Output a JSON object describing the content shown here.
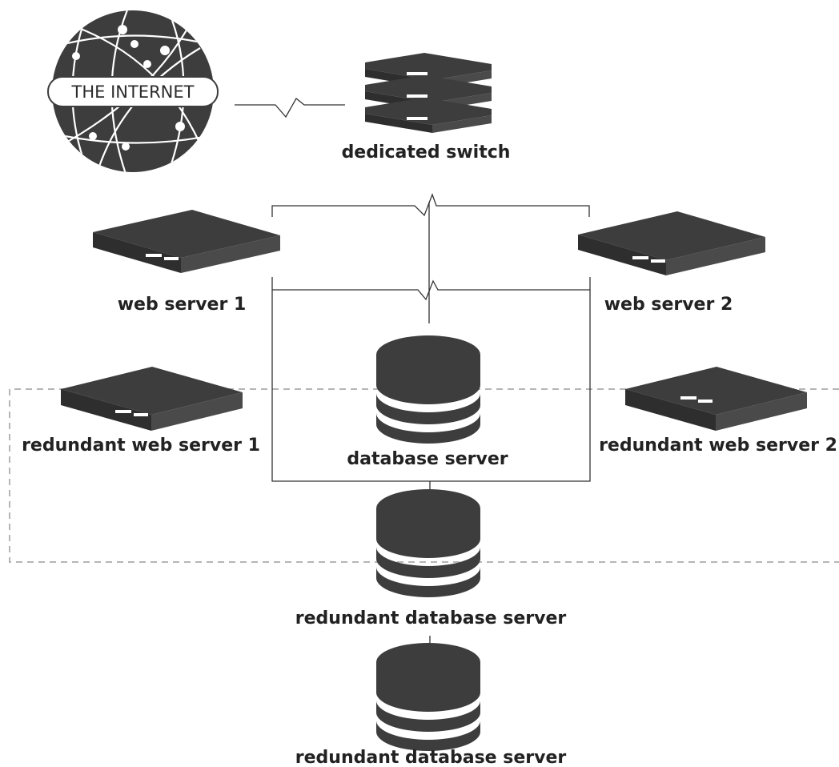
{
  "colors": {
    "device": "#3d3d3d",
    "device_light": "#4a4a4a",
    "device_dark": "#2e2e2e",
    "wire": "#333333",
    "dashed_box": "#b5b5b5",
    "label": "#222222"
  },
  "nodes": {
    "internet": {
      "label": "THE INTERNET",
      "icon": "globe-icon"
    },
    "switch": {
      "label": "dedicated switch",
      "icon": "switch-stack-icon"
    },
    "web1": {
      "label": "web server 1",
      "icon": "server-icon"
    },
    "web2": {
      "label": "web server 2",
      "icon": "server-icon"
    },
    "redundant_web1": {
      "label": "redundant web server 1",
      "icon": "server-icon"
    },
    "redundant_web2": {
      "label": "redundant web server 2",
      "icon": "server-icon"
    },
    "database": {
      "label": "database server",
      "icon": "database-icon"
    },
    "redundant_db1": {
      "label": "redundant database server",
      "icon": "database-icon"
    },
    "redundant_db2": {
      "label": "redundant database server",
      "icon": "database-icon"
    }
  },
  "edges": [
    {
      "from": "internet",
      "to": "switch",
      "style": "lightning"
    },
    {
      "from": "switch",
      "to": "web1",
      "style": "lightning"
    },
    {
      "from": "switch",
      "to": "web2",
      "style": "lightning"
    },
    {
      "from": "switch",
      "to": "database",
      "style": "lightning"
    },
    {
      "from": "web1",
      "to": "database",
      "style": "solid"
    },
    {
      "from": "web2",
      "to": "database",
      "style": "solid"
    },
    {
      "from": "database",
      "to": "redundant_db1",
      "style": "solid"
    },
    {
      "from": "redundant_db1",
      "to": "redundant_db2",
      "style": "solid"
    }
  ],
  "groups": [
    {
      "name": "redundancy-group",
      "style": "dashed",
      "members": [
        "redundant_web1",
        "redundant_web2",
        "redundant_db1"
      ]
    }
  ]
}
